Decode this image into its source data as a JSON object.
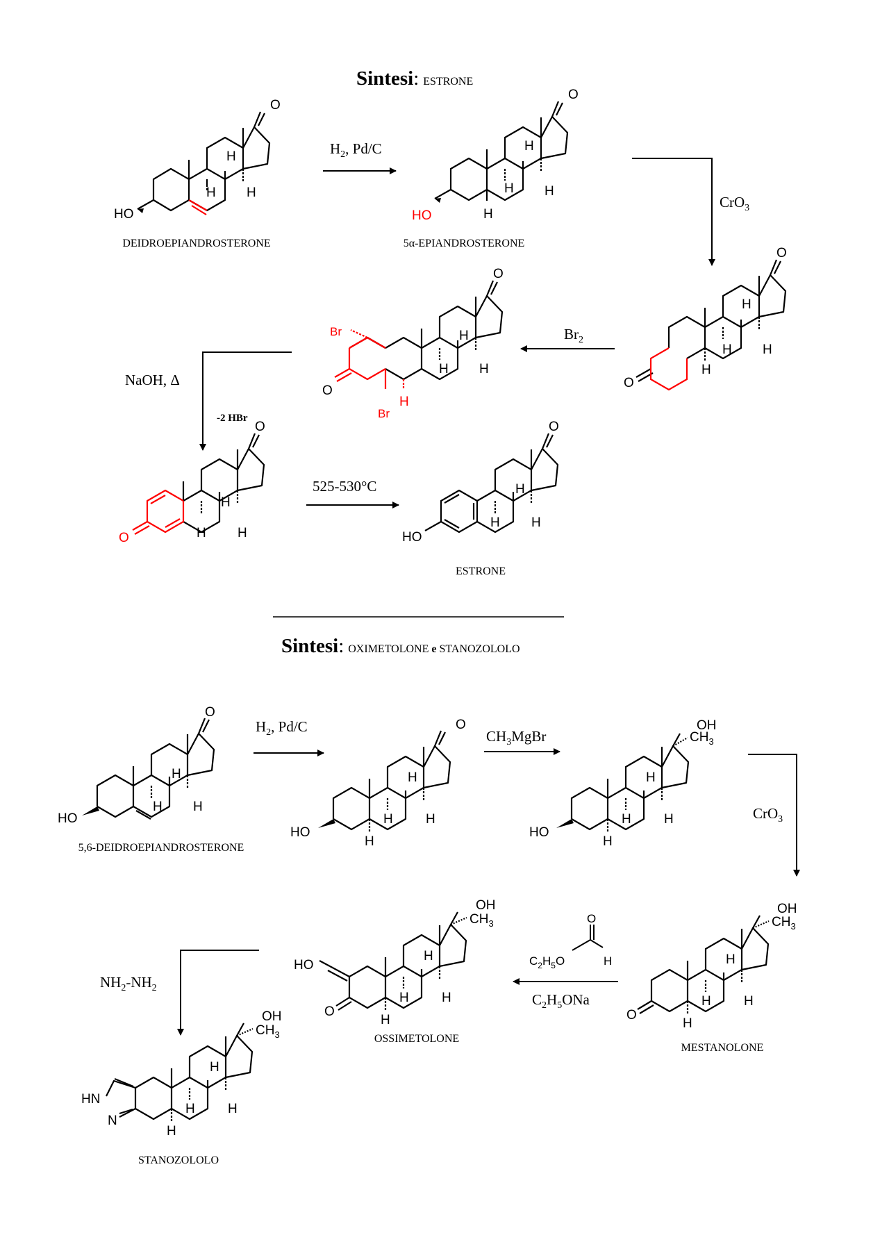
{
  "section1": {
    "title_bold": "Sintesi",
    "title_colon": ":",
    "title_rest": "ESTRONE"
  },
  "section2": {
    "title_bold": "Sintesi",
    "title_colon": ":",
    "title_rest_a": "OXIMETOLONE",
    "title_rest_e": "e",
    "title_rest_b": "STANOZOLOLO"
  },
  "compounds": {
    "dhea": "DEIDROEPIANDROSTERONE",
    "epiandrosterone": "5α-EPIANDROSTERONE",
    "estrone": "ESTRONE",
    "dhea56": "5,6-DEIDROEPIANDROSTERONE",
    "mestanolone": "MESTANOLONE",
    "ossimetolone": "OSSIMETOLONE",
    "stanozololo": "STANOZOLOLO"
  },
  "conditions": {
    "h2_pdc": "H",
    "h2_sub": "2",
    "h2_rest": ", Pd/C",
    "cro3_a": "CrO",
    "cro3_sub": "3",
    "br2_a": "Br",
    "br2_sub": "2",
    "naoh": "NaOH, Δ",
    "minus_hbr": "-2 HBr",
    "temp": "525-530°C",
    "grignard_a": "CH",
    "grignard_sub": "3",
    "grignard_b": "MgBr",
    "formate_a": "C",
    "formate_sub1": "2",
    "formate_b": "H",
    "formate_sub2": "5",
    "formate_c": "O",
    "ethoxide_a": "C",
    "ethoxide_sub1": "2",
    "ethoxide_b": "H",
    "ethoxide_sub2": "5",
    "ethoxide_c": "ONa",
    "hydrazine_a": "NH",
    "hydrazine_sub1": "2",
    "hydrazine_b": "-NH",
    "hydrazine_sub2": "2"
  },
  "atoms": {
    "oxygen": "O",
    "hydroxyl_left": "HO",
    "hydroxyl": "OH",
    "hydrogen": "H",
    "methyl": "CH",
    "methyl_sub": "3",
    "bromine": "Br",
    "hn": "HN",
    "nitrogen": "N"
  },
  "colors": {
    "ink": "#000000",
    "highlight": "#ff0000"
  }
}
